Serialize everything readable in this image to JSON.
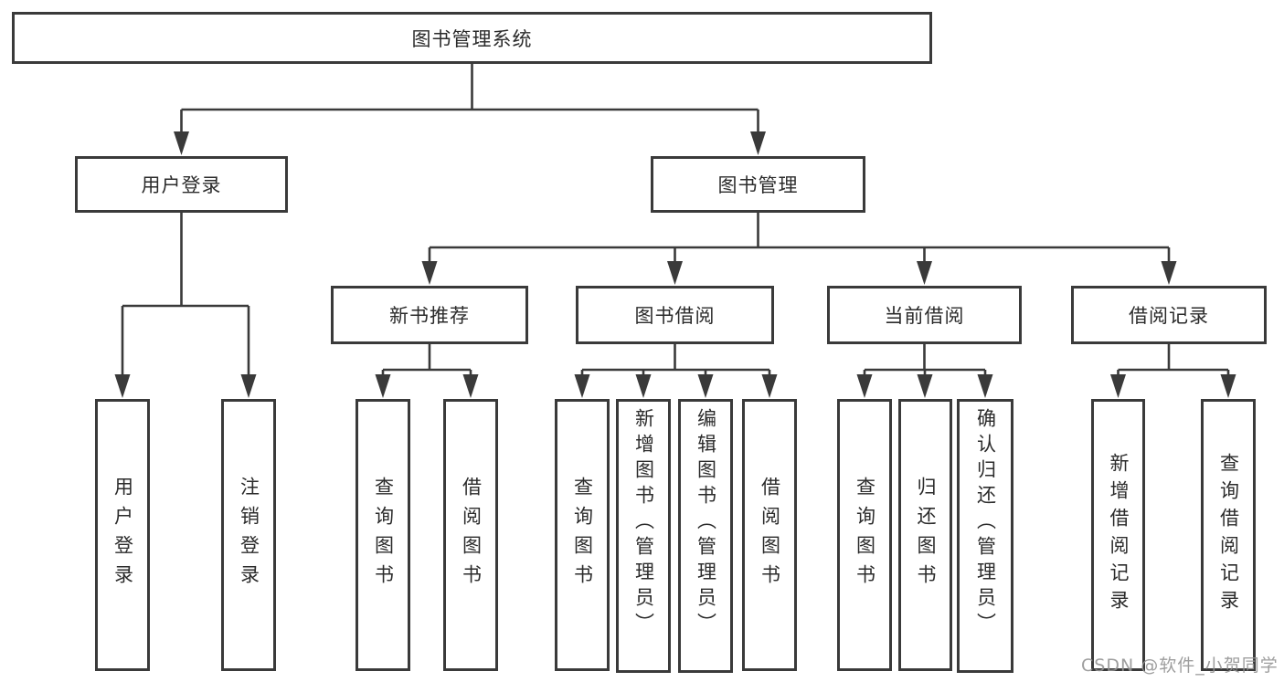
{
  "diagram": {
    "title": "图书管理系统",
    "type": "hierarchy-tree",
    "colors": {
      "line": "#3a3a3a",
      "text": "#2b2b2b",
      "box_background": "#ffffff",
      "watermark": "#949494"
    },
    "root": {
      "label": "图书管理系统"
    },
    "level2": [
      {
        "id": "user-login",
        "label": "用户登录",
        "parent": "图书管理系统"
      },
      {
        "id": "book-management",
        "label": "图书管理",
        "parent": "图书管理系统"
      }
    ],
    "level3": [
      {
        "id": "new-book-recommend",
        "label": "新书推荐",
        "parent": "图书管理"
      },
      {
        "id": "book-borrowing",
        "label": "图书借阅",
        "parent": "图书管理"
      },
      {
        "id": "current-borrowing",
        "label": "当前借阅",
        "parent": "图书管理"
      },
      {
        "id": "borrowing-records",
        "label": "借阅记录",
        "parent": "图书管理"
      }
    ],
    "leaves": [
      {
        "label": "用户登录",
        "parent": "用户登录"
      },
      {
        "label": "注销登录",
        "parent": "用户登录"
      },
      {
        "label": "查询图书",
        "parent": "新书推荐"
      },
      {
        "label": "借阅图书",
        "parent": "新书推荐"
      },
      {
        "label": "查询图书",
        "parent": "图书借阅"
      },
      {
        "label": "新增图书（管理员）",
        "parent": "图书借阅"
      },
      {
        "label": "编辑图书（管理员）",
        "parent": "图书借阅"
      },
      {
        "label": "借阅图书",
        "parent": "图书借阅"
      },
      {
        "label": "查询图书",
        "parent": "当前借阅"
      },
      {
        "label": "归还图书",
        "parent": "当前借阅"
      },
      {
        "label": "确认归还（管理员）",
        "parent": "当前借阅"
      },
      {
        "label": "新增借阅记录",
        "parent": "借阅记录"
      },
      {
        "label": "查询借阅记录",
        "parent": "借阅记录"
      }
    ],
    "watermark": "CSDN @软件_小贺同学"
  }
}
